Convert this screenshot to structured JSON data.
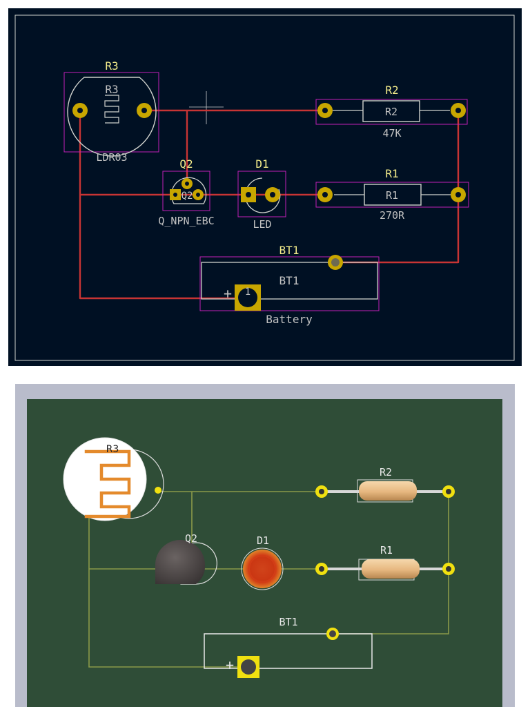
{
  "pcb_editor": {
    "components": {
      "r3": {
        "ref": "R3",
        "body_text": "R3",
        "value": "LDR03"
      },
      "r2": {
        "ref": "R2",
        "body_text": "R2",
        "value": "47K"
      },
      "r1": {
        "ref": "R1",
        "body_text": "R1",
        "value": "270R"
      },
      "q2": {
        "ref": "Q2",
        "body_text": "Q2",
        "value": "Q_NPN_EBC"
      },
      "d1": {
        "ref": "D1",
        "value": "LED"
      },
      "bt1": {
        "ref": "BT1",
        "body_text": "BT1",
        "value": "Battery",
        "pad_number": "1",
        "polarity": "+"
      }
    },
    "colors": {
      "background": "#001023",
      "edge_cuts": "#d0d2cd",
      "copper_track": "#c83434",
      "pad": "#c8a600",
      "courtyard": "#c21fb7",
      "silkscreen": "#f2eb8a"
    }
  },
  "viewer_3d": {
    "labels": {
      "r3": "R3",
      "r2": "R2",
      "r1": "R1",
      "q2": "Q2",
      "d1": "D1",
      "bt1": "BT1",
      "polarity": "+"
    },
    "colors": {
      "board": "#2f4d37",
      "background": "#b9bccb",
      "trace": "#8a9a49",
      "pad": "#f0e010",
      "led": "#d13a15",
      "resistor_body": "#e6b77f"
    }
  }
}
